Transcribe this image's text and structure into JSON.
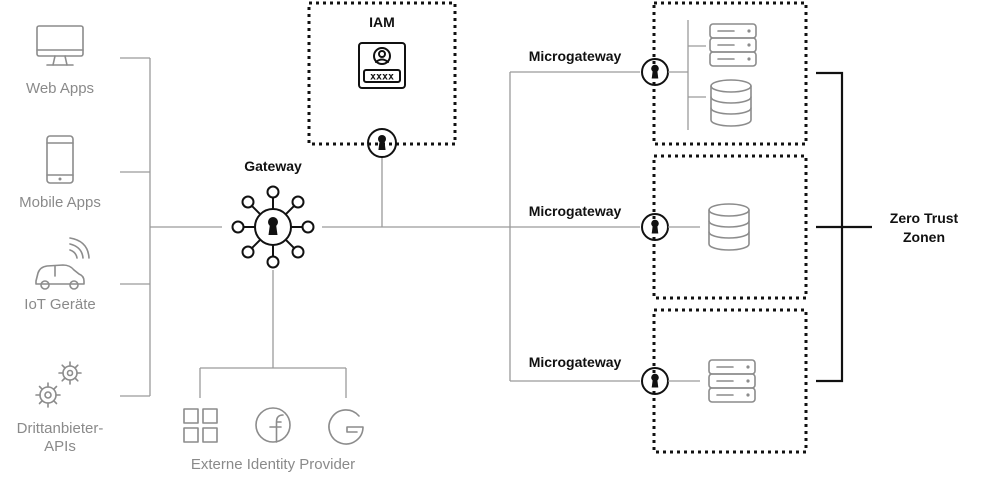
{
  "clients": {
    "web_apps": "Web Apps",
    "mobile_apps": "Mobile Apps",
    "iot": "IoT Geräte",
    "third_party_line1": "Drittanbieter-",
    "third_party_line2": "APIs"
  },
  "gateway": {
    "label": "Gateway"
  },
  "iam": {
    "label": "IAM",
    "card_code": "xxxx"
  },
  "identity": {
    "label": "Externe Identity Provider"
  },
  "microgateways": [
    {
      "label": "Microgateway"
    },
    {
      "label": "Microgateway"
    },
    {
      "label": "Microgateway"
    }
  ],
  "zones": {
    "line1": "Zero Trust",
    "line2": "Zonen"
  },
  "icons": {
    "monitor": "monitor-icon",
    "phone": "smartphone-icon",
    "car": "connected-car-icon",
    "gears": "gears-icon",
    "keyhole": "keyhole-icon",
    "id_card": "id-card-icon",
    "server": "server-icon",
    "database": "database-icon",
    "apps_grid": "apps-grid-icon",
    "facebook": "facebook-icon",
    "google": "google-icon"
  },
  "colors": {
    "dark": "#111111",
    "gray": "#8c8c8c",
    "line": "#9a9a9a"
  }
}
